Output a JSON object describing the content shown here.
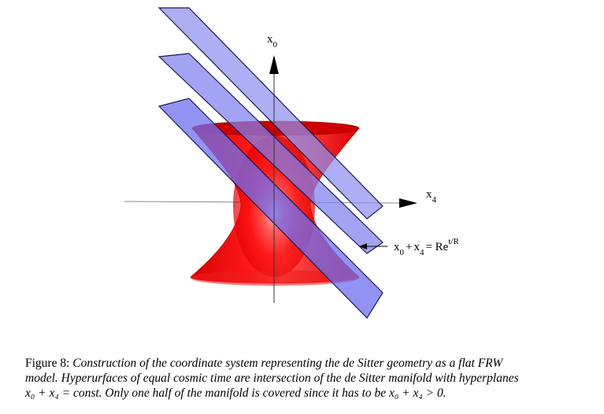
{
  "figure": {
    "axis_vertical": {
      "main": "x",
      "sub": "0"
    },
    "axis_horizontal": {
      "main": "x",
      "sub": "4"
    },
    "equation": {
      "term1_main": "x",
      "term1_sub": "0",
      "plus": "+",
      "term2_main": "x",
      "term2_sub": "4",
      "equals": "= Re",
      "exponent": "t/R"
    },
    "colors": {
      "surface": "#ff0000",
      "plane_fill": "#8f8ff0",
      "plane_edge": "#1a1a50"
    }
  },
  "caption": {
    "lead": "Figure 8: ",
    "line1": "Construction of the coordinate system representing the de Sitter geometry as a flat FRW",
    "line2": "model. Hyperurfaces of equal cosmic time are intersection of the de Sitter manifold with hyperplanes",
    "line3": "x₀ + x₄ = const. Only one half of the manifold is covered since it has to be x₀ + x₄ > 0."
  }
}
